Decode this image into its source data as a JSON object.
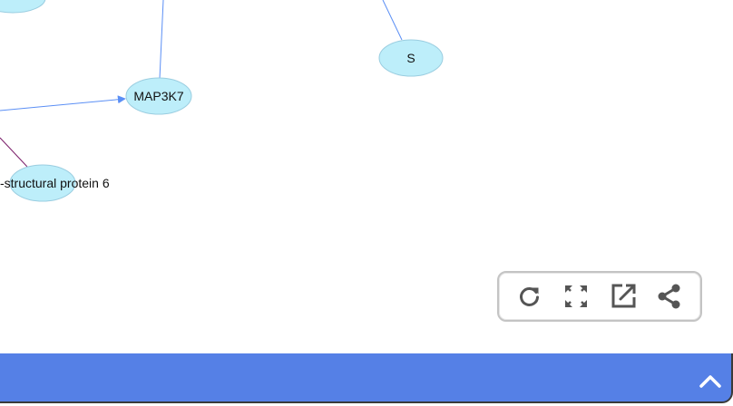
{
  "graph": {
    "nodes": [
      {
        "id": "top-left",
        "label": ""
      },
      {
        "id": "map3k7",
        "label": "MAP3K7"
      },
      {
        "id": "s",
        "label": "S"
      },
      {
        "id": "nsp6",
        "label": "-structural protein 6"
      }
    ],
    "colors": {
      "node_fill": "#bdeefa",
      "node_stroke": "#9acde0",
      "edge_blue": "#5b8ff5",
      "edge_purple": "#7b1f6a"
    }
  },
  "toolbar": {
    "buttons": [
      {
        "name": "refresh-button",
        "icon": "refresh-icon"
      },
      {
        "name": "fullscreen-button",
        "icon": "expand-icon"
      },
      {
        "name": "open-external-button",
        "icon": "external-link-icon"
      },
      {
        "name": "share-button",
        "icon": "share-icon"
      }
    ],
    "icon_color": "#555555"
  },
  "bottom_bar": {
    "color": "#5580e6",
    "toggle_icon": "chevron-up-icon"
  }
}
